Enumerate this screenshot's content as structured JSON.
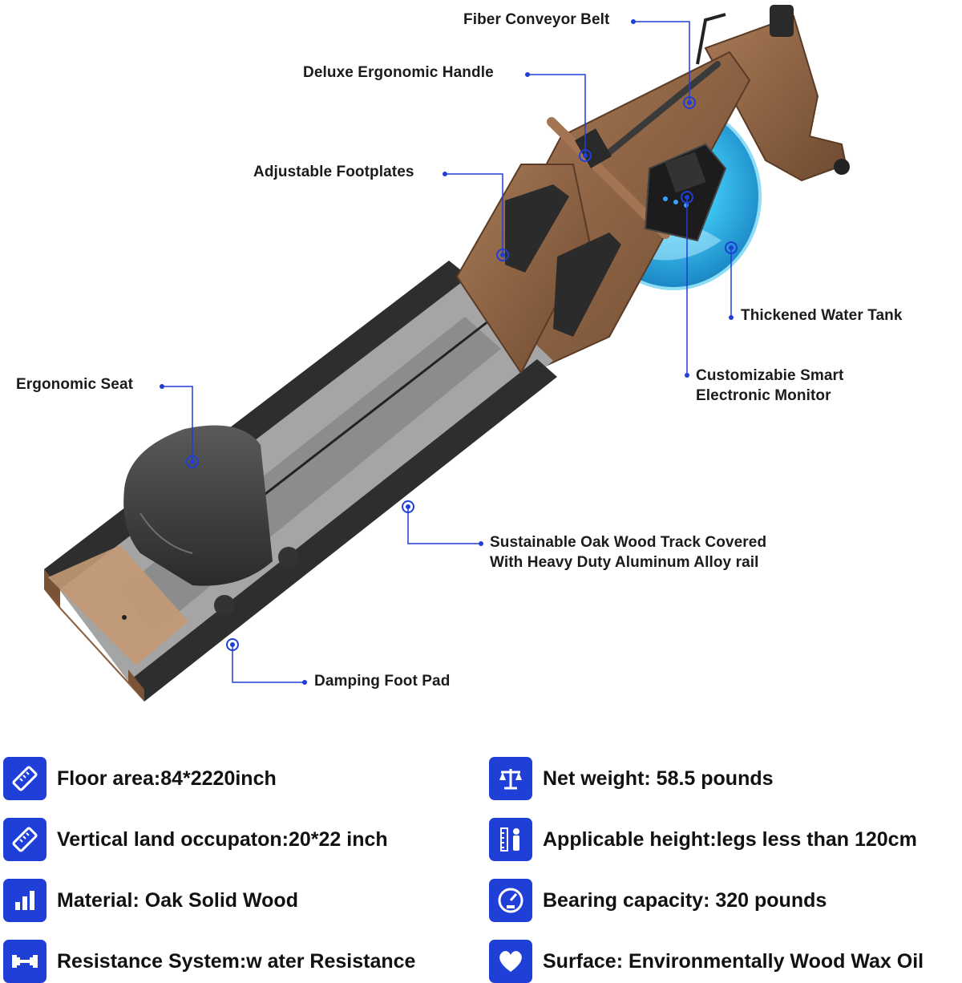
{
  "callouts": {
    "fiber_belt": "Fiber Conveyor Belt",
    "handle": "Deluxe Ergonomic Handle",
    "footplates": "Adjustable Footplates",
    "water_tank": "Thickened Water Tank",
    "monitor_line1": "Customizabie Smart",
    "monitor_line2": "Electronic Monitor",
    "seat": "Ergonomic  Seat",
    "track_line1": "Sustainable Oak Wood Track Covered",
    "track_line2": "With Heavy Duty Aluminum Alloy rail",
    "foot_pad": "Damping Foot Pad"
  },
  "specs": [
    {
      "text": "Floor area:84*2220inch",
      "icon": "ruler-icon"
    },
    {
      "text": "Vertical  land  occupaton:20*22  inch",
      "icon": "ruler-icon"
    },
    {
      "text": "Material: Oak Solid Wood",
      "icon": "bar-chart-icon"
    },
    {
      "text": "Resistance System:w ater Resistance",
      "icon": "dumbbell-icon"
    },
    {
      "text": "Net weight: 58.5 pounds",
      "icon": "scale-icon"
    },
    {
      "text": "Applicable height:legs less than 120cm",
      "icon": "height-icon"
    },
    {
      "text": "Bearing capacity: 320 pounds",
      "icon": "weight-gauge-icon"
    },
    {
      "text": "Surface: Environmentally Wood Wax Oil",
      "icon": "heart-icon"
    }
  ],
  "colors": {
    "accent": "#1f3fd6",
    "wood": "#8a5e3f",
    "rail": "#2e2e2e",
    "water": "#2ab4e6"
  }
}
